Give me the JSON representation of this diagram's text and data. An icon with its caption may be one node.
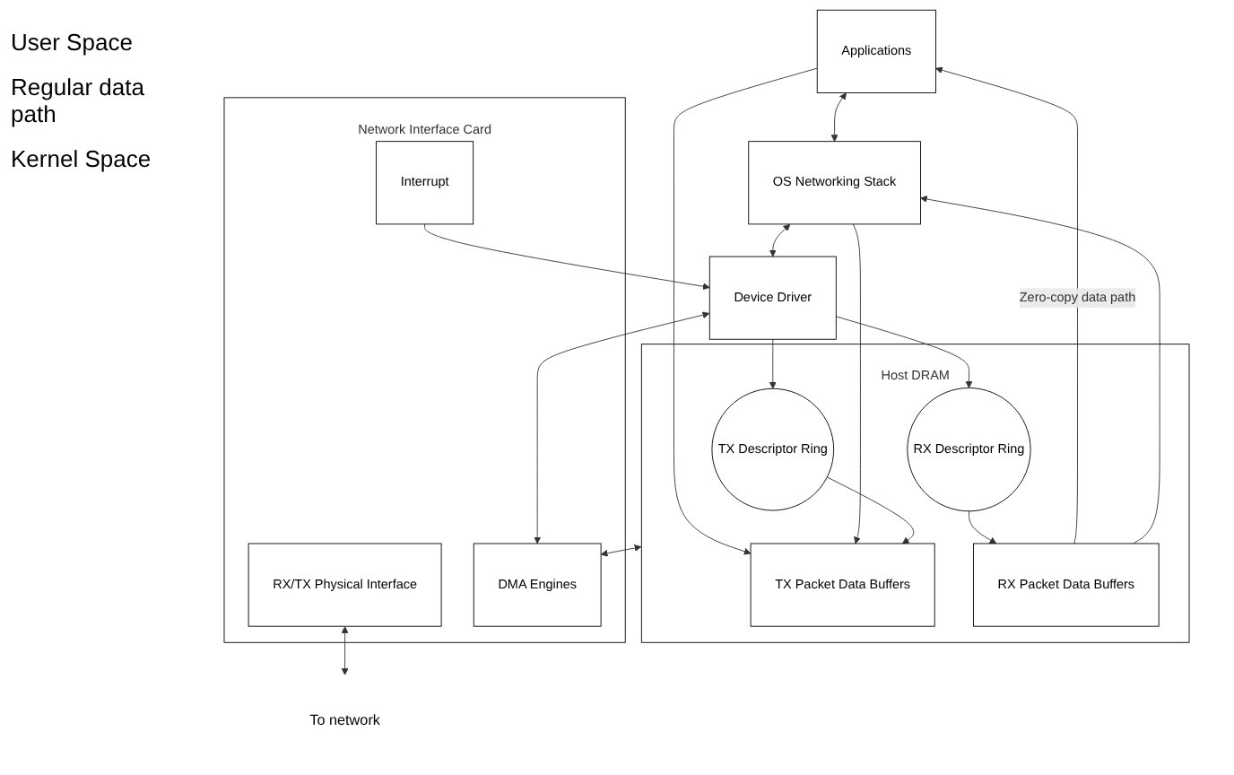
{
  "diagram": {
    "nodes": [
      {
        "text": [
          "Applications"
        ]
      },
      {
        "text": [
          "OS Networking Stack"
        ]
      },
      {
        "text": [
          "Device Driver"
        ]
      },
      {
        "text": [
          "Host DRAM"
        ]
      },
      {
        "text": [
          "RX Packet Data Buffers"
        ],
        "in": 3
      },
      {
        "text": [
          "RX Descriptor Ring"
        ],
        "in": 3
      },
      {
        "text": [
          "TX Packet Data Buffers"
        ],
        "in": 3
      },
      {
        "text": [
          "TX Descriptor Ring"
        ],
        "in": 3
      },
      {
        "text": [
          "Network Interface Card"
        ]
      },
      {
        "text": [
          "DMA Engines"
        ],
        "in": 8
      },
      {
        "text": [
          "Interrupt"
        ],
        "in": 8
      },
      {
        "text": [
          "RX/TX Physical Interface"
        ],
        "in": 8
      },
      {
        "text": [
          "To network"
        ]
      }
    ],
    "edges": [
      {
        "from": 4,
        "to": 0,
        "arrow": "to",
        "label": "Zero-copy data path"
      },
      {
        "from": 0,
        "to": 6,
        "arrow": "to"
      },
      {
        "from": 0,
        "to": 1,
        "arrow": "both"
      },
      {
        "from": 1,
        "to": 2,
        "arrow": "both"
      },
      {
        "from": 4,
        "to": 1,
        "arrow": "to"
      },
      {
        "from": 1,
        "to": 6,
        "arrow": "to"
      },
      {
        "from": 2,
        "to": 5,
        "arrow": "to"
      },
      {
        "from": 2,
        "to": 7,
        "arrow": "to"
      },
      {
        "from": 5,
        "to": 4,
        "arrow": "to"
      },
      {
        "from": 7,
        "to": 6,
        "arrow": "to"
      },
      {
        "from": 3,
        "to": 9,
        "arrow": "both"
      },
      {
        "from": 2,
        "to": 9,
        "arrow": "both"
      },
      {
        "from": 10,
        "to": 2,
        "arrow": "to"
      },
      {
        "from": 11,
        "to": 12,
        "arrow": "both"
      }
    ],
    "labels": [
      "User Space",
      "Regular data path",
      "Kernel Space"
    ]
  }
}
